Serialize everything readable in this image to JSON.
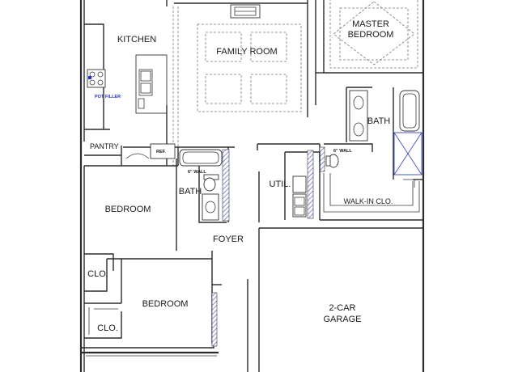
{
  "rooms": {
    "kitchen": "KITCHEN",
    "family_room": "FAMILY ROOM",
    "master_bedroom_line1": "MASTER",
    "master_bedroom_line2": "BEDROOM",
    "pantry": "PANTRY",
    "ref": "REF.",
    "bath_left": "BATH",
    "bath_right": "BATH",
    "util": "UTIL.",
    "walk_in_closet": "WALK-IN CLO.",
    "bedroom_upper": "BEDROOM",
    "foyer": "FOYER",
    "closet_upper": "CLO.",
    "closet_lower": "CLO.",
    "bedroom_lower": "BEDROOM",
    "garage_line1": "2-CAR",
    "garage_line2": "GARAGE"
  },
  "notes": {
    "pot_filler": "POT FILLER",
    "wall_left": "6\" WALL",
    "wall_right": "6\" WALL"
  },
  "colors": {
    "walls": "#2b2b2b",
    "hatch": "#4a55c8",
    "note_blue": "#2233cc"
  }
}
